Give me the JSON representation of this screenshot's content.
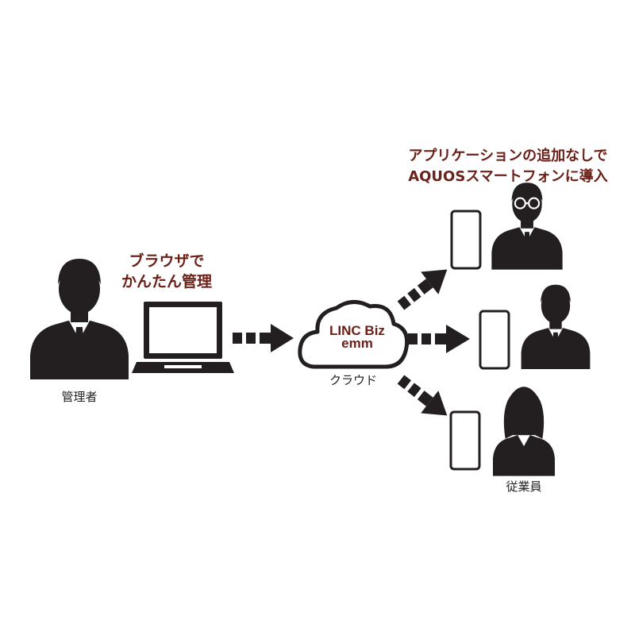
{
  "colors": {
    "accent_text": "#6b2018",
    "ink": "#231f20",
    "text": "#222222",
    "background": "#ffffff"
  },
  "admin": {
    "label": "管理者",
    "caption_line1": "ブラウザで",
    "caption_line2": "かんたん管理",
    "device_icon": "laptop-icon",
    "person_icon": "businessman-icon"
  },
  "cloud": {
    "name_line1": "LINC Biz",
    "name_line2": "emm",
    "label": "クラウド",
    "icon": "cloud-icon"
  },
  "employees": {
    "label": "従業員",
    "caption_line1": "アプリケーションの追加なしで",
    "caption_line2": "AQUOSスマートフォンに導入",
    "device_icon": "smartphone-icon",
    "people": [
      {
        "icon": "man-with-glasses-icon"
      },
      {
        "icon": "businessman-icon"
      },
      {
        "icon": "businesswoman-icon"
      }
    ]
  }
}
